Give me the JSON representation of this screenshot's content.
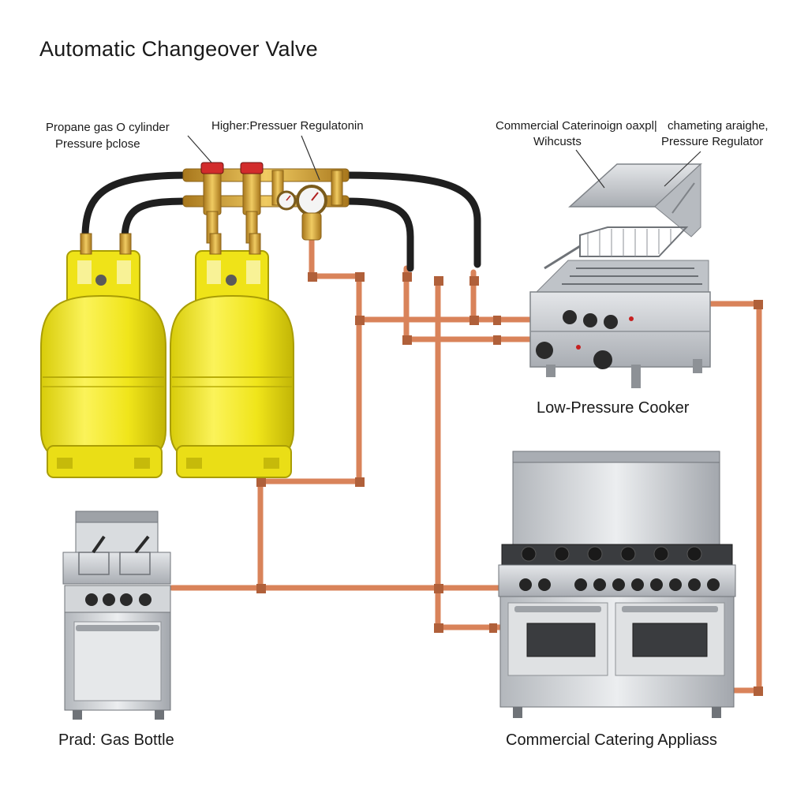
{
  "title": "Automatic Changeover Valve",
  "labels": {
    "cylinder_line1": "Propane gas O cylinder",
    "cylinder_line2": "Pressure þclose",
    "regulator": "Higher:Pressuer Regulatonin",
    "appliance_line1": "Commercial Caterinoign oaxpl|",
    "appliance_line2": "Wihcusts",
    "right_line1": "chameting araighe,",
    "right_line2": "Pressure Regulator",
    "low_pressure_cooker": "Low-Pressure Cooker",
    "gas_bottle": "Prad: Gas Bottle",
    "catering_appliances": "Commercial Catering Appliass"
  },
  "colors": {
    "copper": "#d9835a",
    "copper_dark": "#b0603a",
    "cylinder_yellow": "#f2e81c",
    "cylinder_shade": "#c9bd0a",
    "brass": "#d6a63a",
    "steel": "#c9ccd1",
    "steel_dark": "#8d9196",
    "hose": "#1f1f1f"
  }
}
